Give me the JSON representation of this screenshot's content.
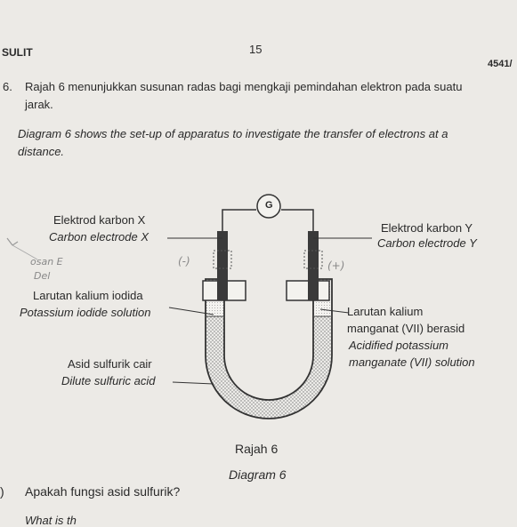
{
  "header": {
    "left": "SULIT",
    "page_number": "15",
    "code": "4541/"
  },
  "question": {
    "number": "6.",
    "malay_line1": "Rajah 6 menunjukkan susunan radas bagi mengkaji pemindahan elektron pada suatu",
    "malay_line2": "jarak.",
    "english_line1": "Diagram 6 shows the set-up of apparatus to investigate the transfer of electrons at a",
    "english_line2": "distance."
  },
  "diagram": {
    "galvanometer": "G",
    "label_x_malay": "Elektrod karbon X",
    "label_x_english": "Carbon electrode X",
    "label_y_malay": "Elektrod karbon Y",
    "label_y_english": "Carbon electrode Y",
    "label_ki_malay": "Larutan kalium iodida",
    "label_ki_english": "Potassium iodide solution",
    "label_kmno4_malay_1": "Larutan kalium",
    "label_kmno4_malay_2": "manganat (VII) berasid",
    "label_kmno4_english_1": "Acidified potassium",
    "label_kmno4_english_2": "manganate (VII) solution",
    "label_acid_malay": "Asid sulfurik cair",
    "label_acid_english": "Dilute sulfuric acid",
    "caption_malay": "Rajah 6",
    "caption_english": "Diagram 6",
    "handwritten_neg": "(-)",
    "handwritten_pos": "(+)",
    "handwritten_note_1": "osan E",
    "handwritten_note_2": "Del"
  },
  "subquestion": {
    "marker": ")",
    "text": "Apakah fungsi asid sulfurik?",
    "next_line_partial": "What is th"
  }
}
